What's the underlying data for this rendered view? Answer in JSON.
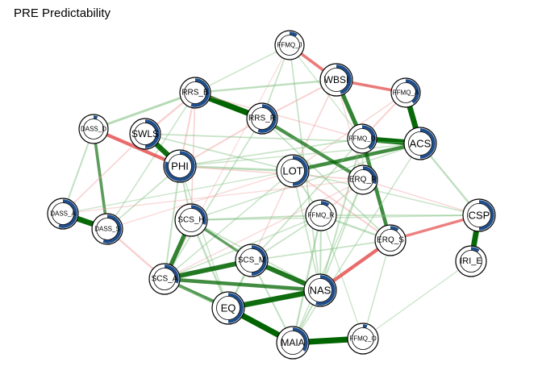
{
  "title": "PRE Predictability",
  "colors": {
    "positive_edge": "#006400",
    "positive_edge_light": "#7fbf7f",
    "negative_edge": "#e03030",
    "negative_edge_light": "#f2a0a0",
    "ring": "#1f4e8c",
    "node_fill": "#ffffff",
    "node_border": "#000000"
  },
  "nodes": [
    {
      "id": "FFMQ_J",
      "label": "FFMQ_J",
      "pie": 0.1
    },
    {
      "id": "WBSI",
      "label": "WBSI",
      "pie": 0.45
    },
    {
      "id": "FFMQ_A",
      "label": "FFMQ_A",
      "pie": 0.4
    },
    {
      "id": "RRS_B",
      "label": "RRS_B",
      "pie": 0.55
    },
    {
      "id": "RRS_R",
      "label": "RRS_R",
      "pie": 0.55
    },
    {
      "id": "DASS_D",
      "label": "DASS_D",
      "pie": 0.05
    },
    {
      "id": "SWLS",
      "label": "SWLS",
      "pie": 0.5
    },
    {
      "id": "FFMQ_D",
      "label": "FFMQ_D",
      "pie": 0.4
    },
    {
      "id": "ACS",
      "label": "ACS",
      "pie": 0.5
    },
    {
      "id": "PHI",
      "label": "PHI",
      "pie": 0.8
    },
    {
      "id": "LOT",
      "label": "LOT",
      "pie": 0.5
    },
    {
      "id": "ERQ_R",
      "label": "ERQ_R",
      "pie": 0.3
    },
    {
      "id": "DASS_A",
      "label": "DASS_A",
      "pie": 0.55
    },
    {
      "id": "DASS_S",
      "label": "DASS_S",
      "pie": 0.55
    },
    {
      "id": "SCS_H",
      "label": "SCS_H",
      "pie": 0.3
    },
    {
      "id": "FFMQ_R",
      "label": "FFMQ_R",
      "pie": 0.1
    },
    {
      "id": "CSP",
      "label": "CSP",
      "pie": 0.5
    },
    {
      "id": "ERQ_S",
      "label": "ERQ_S",
      "pie": 0.1
    },
    {
      "id": "SCS_M",
      "label": "SCS_M",
      "pie": 0.5
    },
    {
      "id": "IRI_E",
      "label": "IRI_E",
      "pie": 0.1
    },
    {
      "id": "SCS_A",
      "label": "SCS_A",
      "pie": 0.3
    },
    {
      "id": "NAS",
      "label": "NAS",
      "pie": 0.55
    },
    {
      "id": "EQ",
      "label": "EQ",
      "pie": 0.5
    },
    {
      "id": "MAIA",
      "label": "MAIA",
      "pie": 0.35
    },
    {
      "id": "FFMQ_O",
      "label": "FFMQ_O",
      "pie": 0.05
    }
  ],
  "edges": [
    {
      "from": "FFMQ_J",
      "to": "WBSI",
      "sign": "neg",
      "strength": 0.45
    },
    {
      "from": "FFMQ_J",
      "to": "RRS_R",
      "sign": "pos",
      "strength": 0.15
    },
    {
      "from": "FFMQ_J",
      "to": "RRS_B",
      "sign": "pos",
      "strength": 0.12
    },
    {
      "from": "FFMQ_J",
      "to": "NAS",
      "sign": "pos",
      "strength": 0.15
    },
    {
      "from": "FFMQ_J",
      "to": "FFMQ_D",
      "sign": "pos",
      "strength": 0.1
    },
    {
      "from": "FFMQ_J",
      "to": "SCS_A",
      "sign": "neg",
      "strength": 0.08
    },
    {
      "from": "WBSI",
      "to": "FFMQ_A",
      "sign": "neg",
      "strength": 0.45
    },
    {
      "from": "WBSI",
      "to": "FFMQ_D",
      "sign": "pos",
      "strength": 0.7
    },
    {
      "from": "WBSI",
      "to": "RRS_B",
      "sign": "pos",
      "strength": 0.25
    },
    {
      "from": "WBSI",
      "to": "RRS_R",
      "sign": "neg",
      "strength": 0.2
    },
    {
      "from": "WBSI",
      "to": "LOT",
      "sign": "neg",
      "strength": 0.15
    },
    {
      "from": "WBSI",
      "to": "ERQ_R",
      "sign": "neg",
      "strength": 0.1
    },
    {
      "from": "FFMQ_A",
      "to": "ACS",
      "sign": "pos",
      "strength": 0.95
    },
    {
      "from": "FFMQ_A",
      "to": "FFMQ_D",
      "sign": "neg",
      "strength": 0.2
    },
    {
      "from": "FFMQ_A",
      "to": "LOT",
      "sign": "neg",
      "strength": 0.12
    },
    {
      "from": "RRS_B",
      "to": "RRS_R",
      "sign": "pos",
      "strength": 1.0
    },
    {
      "from": "RRS_B",
      "to": "DASS_D",
      "sign": "pos",
      "strength": 0.35
    },
    {
      "from": "RRS_B",
      "to": "SWLS",
      "sign": "neg",
      "strength": 0.25
    },
    {
      "from": "RRS_B",
      "to": "PHI",
      "sign": "neg",
      "strength": 0.2
    },
    {
      "from": "RRS_B",
      "to": "SCS_H",
      "sign": "neg",
      "strength": 0.15
    },
    {
      "from": "RRS_B",
      "to": "DASS_S",
      "sign": "pos",
      "strength": 0.12
    },
    {
      "from": "RRS_B",
      "to": "FFMQ_D",
      "sign": "neg",
      "strength": 0.12
    },
    {
      "from": "RRS_R",
      "to": "ERQ_R",
      "sign": "pos",
      "strength": 0.55
    },
    {
      "from": "RRS_R",
      "to": "ERQ_S",
      "sign": "pos",
      "strength": 0.15
    },
    {
      "from": "RRS_R",
      "to": "SCS_A",
      "sign": "pos",
      "strength": 0.15
    },
    {
      "from": "RRS_R",
      "to": "PHI",
      "sign": "neg",
      "strength": 0.2
    },
    {
      "from": "DASS_D",
      "to": "PHI",
      "sign": "neg",
      "strength": 0.55
    },
    {
      "from": "DASS_D",
      "to": "DASS_S",
      "sign": "pos",
      "strength": 0.45
    },
    {
      "from": "SWLS",
      "to": "PHI",
      "sign": "pos",
      "strength": 0.9
    },
    {
      "from": "SWLS",
      "to": "DASS_A",
      "sign": "neg",
      "strength": 0.15
    },
    {
      "from": "PHI",
      "to": "LOT",
      "sign": "pos",
      "strength": 0.3
    },
    {
      "from": "PHI",
      "to": "ERQ_R",
      "sign": "neg",
      "strength": 0.15
    },
    {
      "from": "PHI",
      "to": "SCS_H",
      "sign": "pos",
      "strength": 0.2
    },
    {
      "from": "PHI",
      "to": "SCS_A",
      "sign": "pos",
      "strength": 0.2
    },
    {
      "from": "PHI",
      "to": "FFMQ_D",
      "sign": "pos",
      "strength": 0.15
    },
    {
      "from": "PHI",
      "to": "EQ",
      "sign": "pos",
      "strength": 0.12
    },
    {
      "from": "PHI",
      "to": "ACS",
      "sign": "pos",
      "strength": 0.12
    },
    {
      "from": "LOT",
      "to": "ACS",
      "sign": "pos",
      "strength": 0.6
    },
    {
      "from": "LOT",
      "to": "FFMQ_R",
      "sign": "pos",
      "strength": 0.2
    },
    {
      "from": "LOT",
      "to": "ERQ_S",
      "sign": "neg",
      "strength": 0.2
    },
    {
      "from": "LOT",
      "to": "CSP",
      "sign": "pos",
      "strength": 0.12
    },
    {
      "from": "LOT",
      "to": "NAS",
      "sign": "pos",
      "strength": 0.15
    },
    {
      "from": "LOT",
      "to": "SCS_M",
      "sign": "neg",
      "strength": 0.12
    },
    {
      "from": "LOT",
      "to": "DASS_S",
      "sign": "neg",
      "strength": 0.1
    },
    {
      "from": "LOT",
      "to": "SCS_A",
      "sign": "pos",
      "strength": 0.12
    },
    {
      "from": "LOT",
      "to": "SWLS",
      "sign": "pos",
      "strength": 0.15
    },
    {
      "from": "LOT",
      "to": "DASS_A",
      "sign": "pos",
      "strength": 0.1
    },
    {
      "from": "FFMQ_D",
      "to": "ACS",
      "sign": "pos",
      "strength": 0.95
    },
    {
      "from": "FFMQ_D",
      "to": "ERQ_S",
      "sign": "pos",
      "strength": 0.6
    },
    {
      "from": "FFMQ_D",
      "to": "NAS",
      "sign": "pos",
      "strength": 0.2
    },
    {
      "from": "FFMQ_D",
      "to": "SCS_M",
      "sign": "pos",
      "strength": 0.15
    },
    {
      "from": "FFMQ_D",
      "to": "ERQ_R",
      "sign": "pos",
      "strength": 0.15
    },
    {
      "from": "ACS",
      "to": "CSP",
      "sign": "pos",
      "strength": 0.25
    },
    {
      "from": "ACS",
      "to": "SWLS",
      "sign": "pos",
      "strength": 0.15
    },
    {
      "from": "ACS",
      "to": "SCS_H",
      "sign": "pos",
      "strength": 0.12
    },
    {
      "from": "ACS",
      "to": "MAIA",
      "sign": "pos",
      "strength": 0.12
    },
    {
      "from": "ERQ_R",
      "to": "FFMQ_R",
      "sign": "neg",
      "strength": 0.15
    },
    {
      "from": "ERQ_R",
      "to": "CSP",
      "sign": "neg",
      "strength": 0.12
    },
    {
      "from": "ERQ_R",
      "to": "NAS",
      "sign": "pos",
      "strength": 0.15
    },
    {
      "from": "ERQ_R",
      "to": "SCS_A",
      "sign": "neg",
      "strength": 0.1
    },
    {
      "from": "ERQ_R",
      "to": "DASS_A",
      "sign": "neg",
      "strength": 0.1
    },
    {
      "from": "ERQ_R",
      "to": "MAIA",
      "sign": "pos",
      "strength": 0.12
    },
    {
      "from": "DASS_A",
      "to": "DASS_S",
      "sign": "pos",
      "strength": 0.95
    },
    {
      "from": "DASS_A",
      "to": "DASS_D",
      "sign": "pos",
      "strength": 0.2
    },
    {
      "from": "DASS_S",
      "to": "PHI",
      "sign": "pos",
      "strength": 0.15
    },
    {
      "from": "DASS_S",
      "to": "SCS_A",
      "sign": "neg",
      "strength": 0.25
    },
    {
      "from": "SCS_H",
      "to": "SCS_A",
      "sign": "pos",
      "strength": 0.7
    },
    {
      "from": "SCS_H",
      "to": "SCS_M",
      "sign": "pos",
      "strength": 0.4
    },
    {
      "from": "SCS_H",
      "to": "EQ",
      "sign": "pos",
      "strength": 0.25
    },
    {
      "from": "SCS_H",
      "to": "FFMQ_R",
      "sign": "pos",
      "strength": 0.2
    },
    {
      "from": "SCS_H",
      "to": "NAS",
      "sign": "pos",
      "strength": 0.15
    },
    {
      "from": "FFMQ_R",
      "to": "ERQ_S",
      "sign": "pos",
      "strength": 0.25
    },
    {
      "from": "FFMQ_R",
      "to": "MAIA",
      "sign": "pos",
      "strength": 0.25
    },
    {
      "from": "FFMQ_R",
      "to": "CSP",
      "sign": "pos",
      "strength": 0.15
    },
    {
      "from": "FFMQ_R",
      "to": "NAS",
      "sign": "pos",
      "strength": 0.2
    },
    {
      "from": "FFMQ_R",
      "to": "SCS_M",
      "sign": "pos",
      "strength": 0.15
    },
    {
      "from": "FFMQ_R",
      "to": "SCS_A",
      "sign": "pos",
      "strength": 0.12
    },
    {
      "from": "FFMQ_R",
      "to": "FFMQ_O",
      "sign": "pos",
      "strength": 0.1
    },
    {
      "from": "CSP",
      "to": "IRI_E",
      "sign": "pos",
      "strength": 0.95
    },
    {
      "from": "CSP",
      "to": "ERQ_S",
      "sign": "neg",
      "strength": 0.4
    },
    {
      "from": "CSP",
      "to": "SCS_H",
      "sign": "pos",
      "strength": 0.12
    },
    {
      "from": "ERQ_S",
      "to": "NAS",
      "sign": "neg",
      "strength": 0.55
    },
    {
      "from": "ERQ_S",
      "to": "SCS_M",
      "sign": "pos",
      "strength": 0.15
    },
    {
      "from": "ERQ_S",
      "to": "FFMQ_O",
      "sign": "pos",
      "strength": 0.12
    },
    {
      "from": "IRI_E",
      "to": "FFMQ_O",
      "sign": "pos",
      "strength": 0.1
    },
    {
      "from": "SCS_M",
      "to": "NAS",
      "sign": "pos",
      "strength": 0.8
    },
    {
      "from": "SCS_M",
      "to": "SCS_A",
      "sign": "pos",
      "strength": 0.8
    },
    {
      "from": "SCS_M",
      "to": "EQ",
      "sign": "pos",
      "strength": 0.3
    },
    {
      "from": "SCS_M",
      "to": "MAIA",
      "sign": "pos",
      "strength": 0.2
    },
    {
      "from": "SCS_A",
      "to": "NAS",
      "sign": "pos",
      "strength": 0.6
    },
    {
      "from": "SCS_A",
      "to": "EQ",
      "sign": "pos",
      "strength": 0.5
    },
    {
      "from": "SCS_A",
      "to": "MAIA",
      "sign": "pos",
      "strength": 0.2
    },
    {
      "from": "NAS",
      "to": "EQ",
      "sign": "pos",
      "strength": 0.9
    },
    {
      "from": "NAS",
      "to": "MAIA",
      "sign": "pos",
      "strength": 0.2
    },
    {
      "from": "EQ",
      "to": "MAIA",
      "sign": "pos",
      "strength": 1.0
    },
    {
      "from": "MAIA",
      "to": "FFMQ_O",
      "sign": "pos",
      "strength": 1.0
    }
  ]
}
